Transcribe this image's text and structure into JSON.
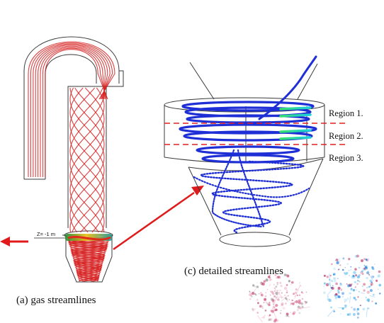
{
  "captions": {
    "a": "(a) gas streamlines",
    "c": "(c) detailed streamlines"
  },
  "z_label": "Z= -1 m",
  "regions": [
    "Region 1.",
    "Region 2.",
    "Region 3."
  ],
  "colors": {
    "streamline_a": "#d62020",
    "streamline_c": "#1f2fd6",
    "region_divider": "#e02020",
    "arrow": "#e01a1a"
  }
}
